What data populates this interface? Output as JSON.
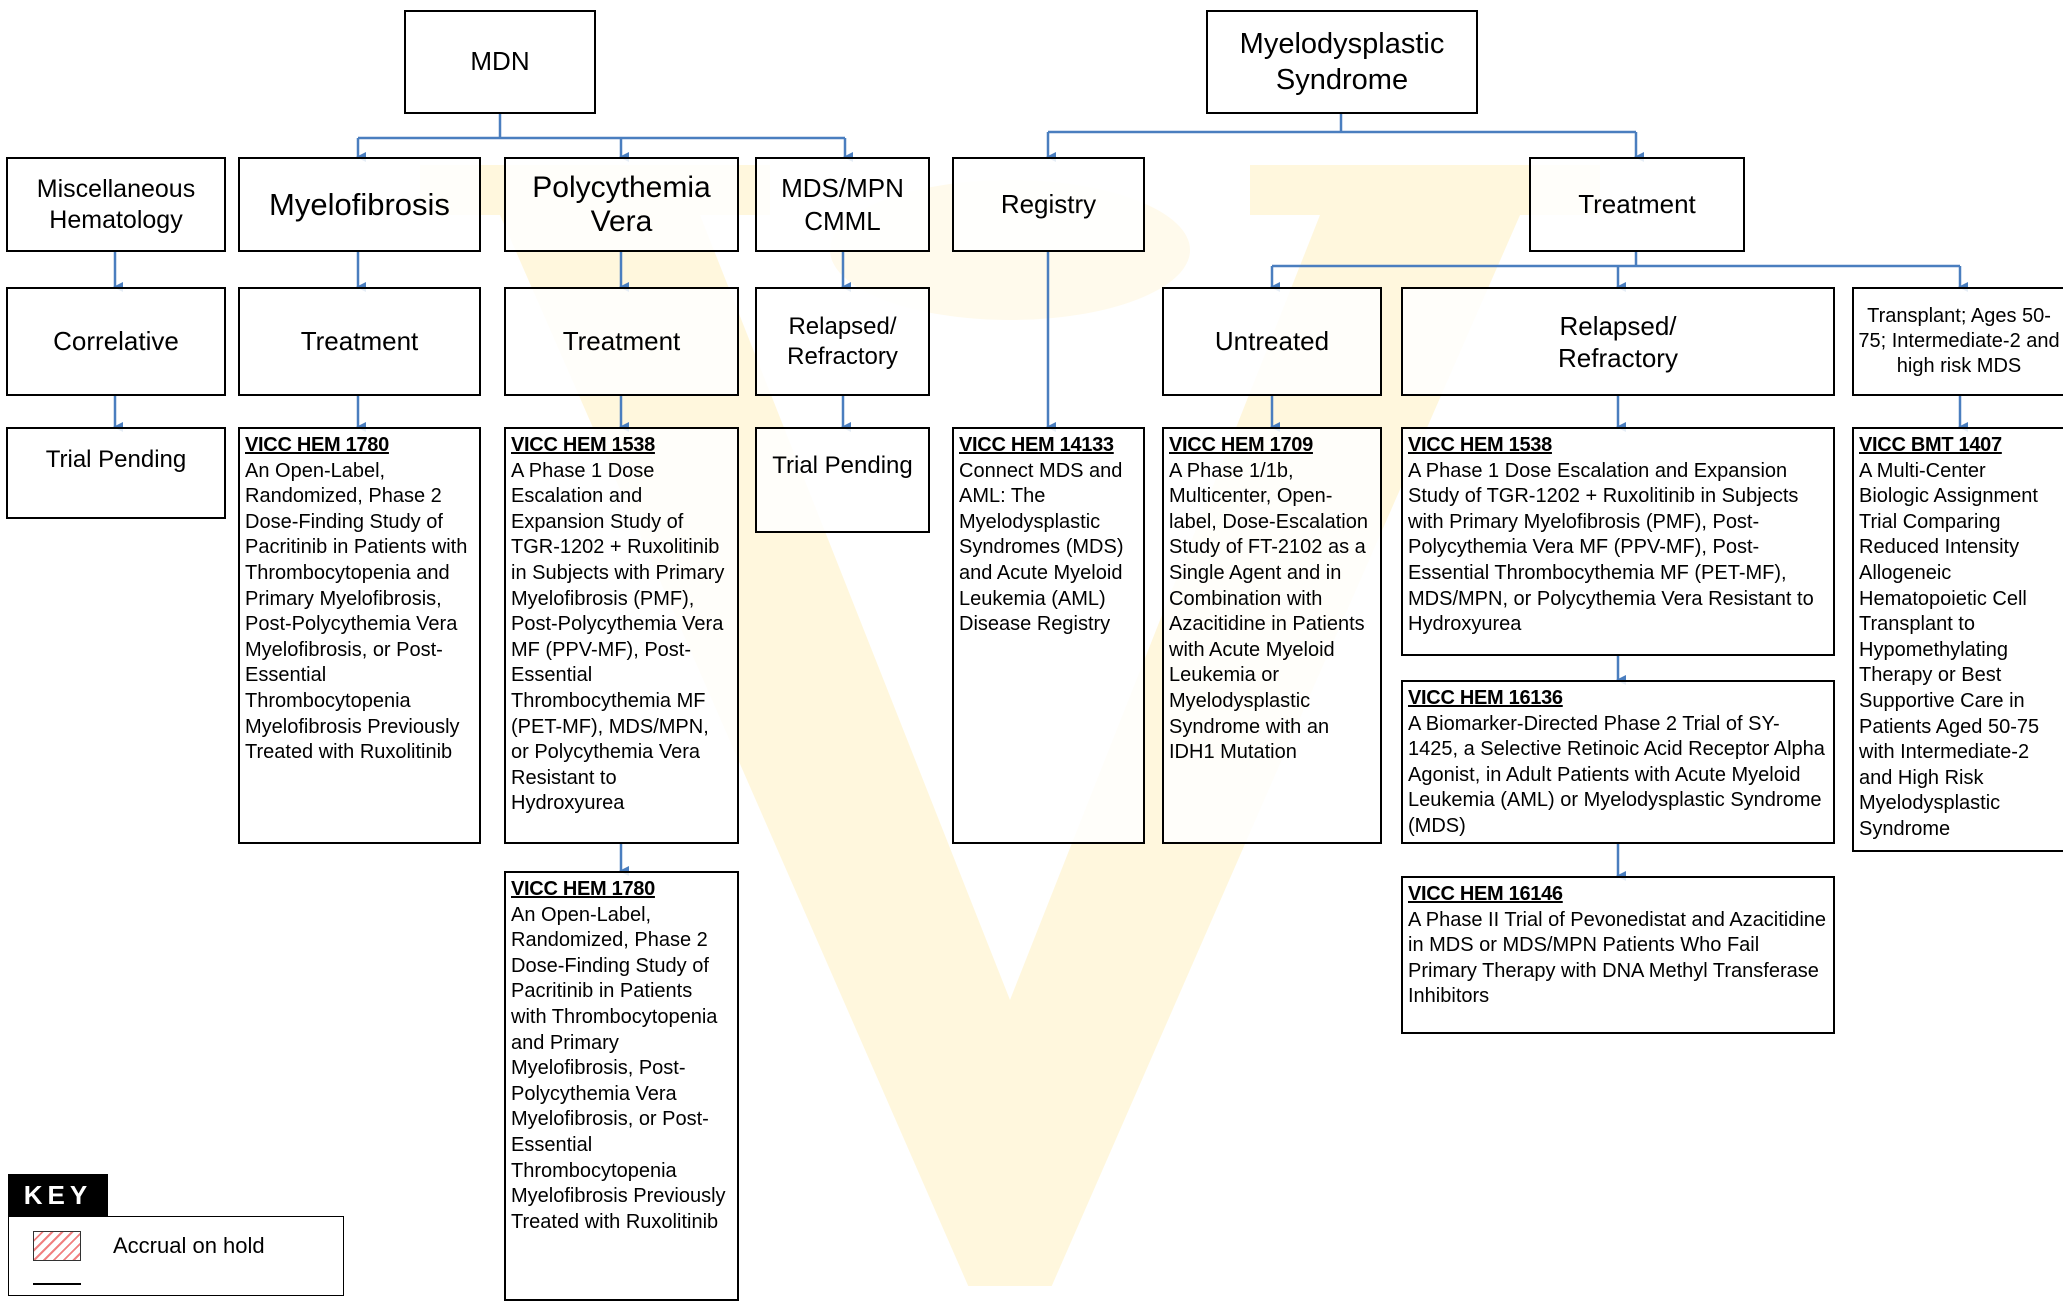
{
  "colors": {
    "connector": "#4a7ebf",
    "watermark": "#ffd966",
    "box_border": "#000000"
  },
  "headers": {
    "mdn": "MDN",
    "mds": "Myelodysplastic Syndrome",
    "misc": "Miscellaneous Hematology",
    "myelofibrosis": "Myelofibrosis",
    "pv": "Polycythemia Vera",
    "mdsmpn": "MDS/MPN CMML",
    "registry": "Registry",
    "treatment_mds": "Treatment"
  },
  "subheaders": {
    "correlative": "Correlative",
    "mf_treatment": "Treatment",
    "pv_treatment": "Treatment",
    "mdsmpn_rr": "Relapsed/ Refractory",
    "untreated": "Untreated",
    "mds_rr": "Relapsed/ Refractory",
    "transplant": "Transplant; Ages 50-75; Intermediate-2 and high risk MDS"
  },
  "pending": {
    "correlative": "Trial Pending",
    "mdsmpn": "Trial Pending"
  },
  "trials": {
    "mf_1780": {
      "id": "VICC HEM 1780",
      "title": "An Open-Label, Randomized, Phase 2 Dose-Finding Study of Pacritinib in Patients with Thrombocytopenia and Primary Myelofibrosis, Post-Polycythemia Vera Myelofibrosis, or Post-Essential Thrombocytopenia Myelofibrosis Previously Treated with Ruxolitinib"
    },
    "pv_1538": {
      "id": "VICC HEM 1538",
      "title": "A Phase 1 Dose Escalation and Expansion Study of TGR-1202 + Ruxolitinib in Subjects with Primary Myelofibrosis (PMF), Post-Polycythemia Vera MF (PPV-MF), Post-Essential Thrombocythemia MF (PET-MF), MDS/MPN, or Polycythemia Vera Resistant to Hydroxyurea"
    },
    "pv_1780": {
      "id": "VICC HEM 1780",
      "title": "An Open-Label, Randomized, Phase 2 Dose-Finding Study of Pacritinib in Patients with Thrombocytopenia and Primary Myelofibrosis, Post-Polycythemia Vera Myelofibrosis, or Post-Essential Thrombocytopenia Myelofibrosis Previously Treated with Ruxolitinib"
    },
    "reg_14133": {
      "id": "VICC HEM 14133",
      "title": "Connect MDS and AML: The Myelodysplastic Syndromes (MDS) and Acute Myeloid Leukemia (AML) Disease Registry"
    },
    "unt_1709": {
      "id": "VICC HEM 1709",
      "title": "A Phase 1/1b, Multicenter, Open-label, Dose-Escalation Study of FT-2102 as a Single Agent and in Combination with Azacitidine in Patients with Acute Myeloid Leukemia or Myelodysplastic Syndrome with an IDH1 Mutation"
    },
    "rr_1538": {
      "id": "VICC HEM 1538",
      "title": "A Phase 1 Dose Escalation and Expansion Study of TGR-1202 + Ruxolitinib in Subjects with Primary Myelofibrosis (PMF), Post-Polycythemia Vera MF (PPV-MF), Post-Essential Thrombocythemia MF (PET-MF), MDS/MPN, or Polycythemia Vera Resistant to Hydroxyurea"
    },
    "rr_16136": {
      "id": "VICC HEM 16136",
      "title": "A Biomarker-Directed Phase 2 Trial of SY-1425, a Selective Retinoic Acid Receptor Alpha Agonist, in Adult Patients with Acute Myeloid Leukemia (AML) or Myelodysplastic Syndrome (MDS)"
    },
    "rr_16146": {
      "id": "VICC HEM 16146",
      "title": "A Phase II Trial of Pevonedistat and Azacitidine in MDS or MDS/MPN Patients Who Fail Primary Therapy with DNA Methyl Transferase Inhibitors"
    },
    "bmt_1407": {
      "id": "VICC BMT 1407",
      "title": "A Multi-Center Biologic Assignment Trial Comparing Reduced Intensity Allogeneic Hematopoietic Cell Transplant to Hypomethylating Therapy or Best Supportive Care in Patients Aged 50-75 with Intermediate-2 and High Risk Myelodysplastic Syndrome"
    }
  },
  "key": {
    "title": "KEY",
    "accrual_on_hold": "Accrual on hold"
  }
}
